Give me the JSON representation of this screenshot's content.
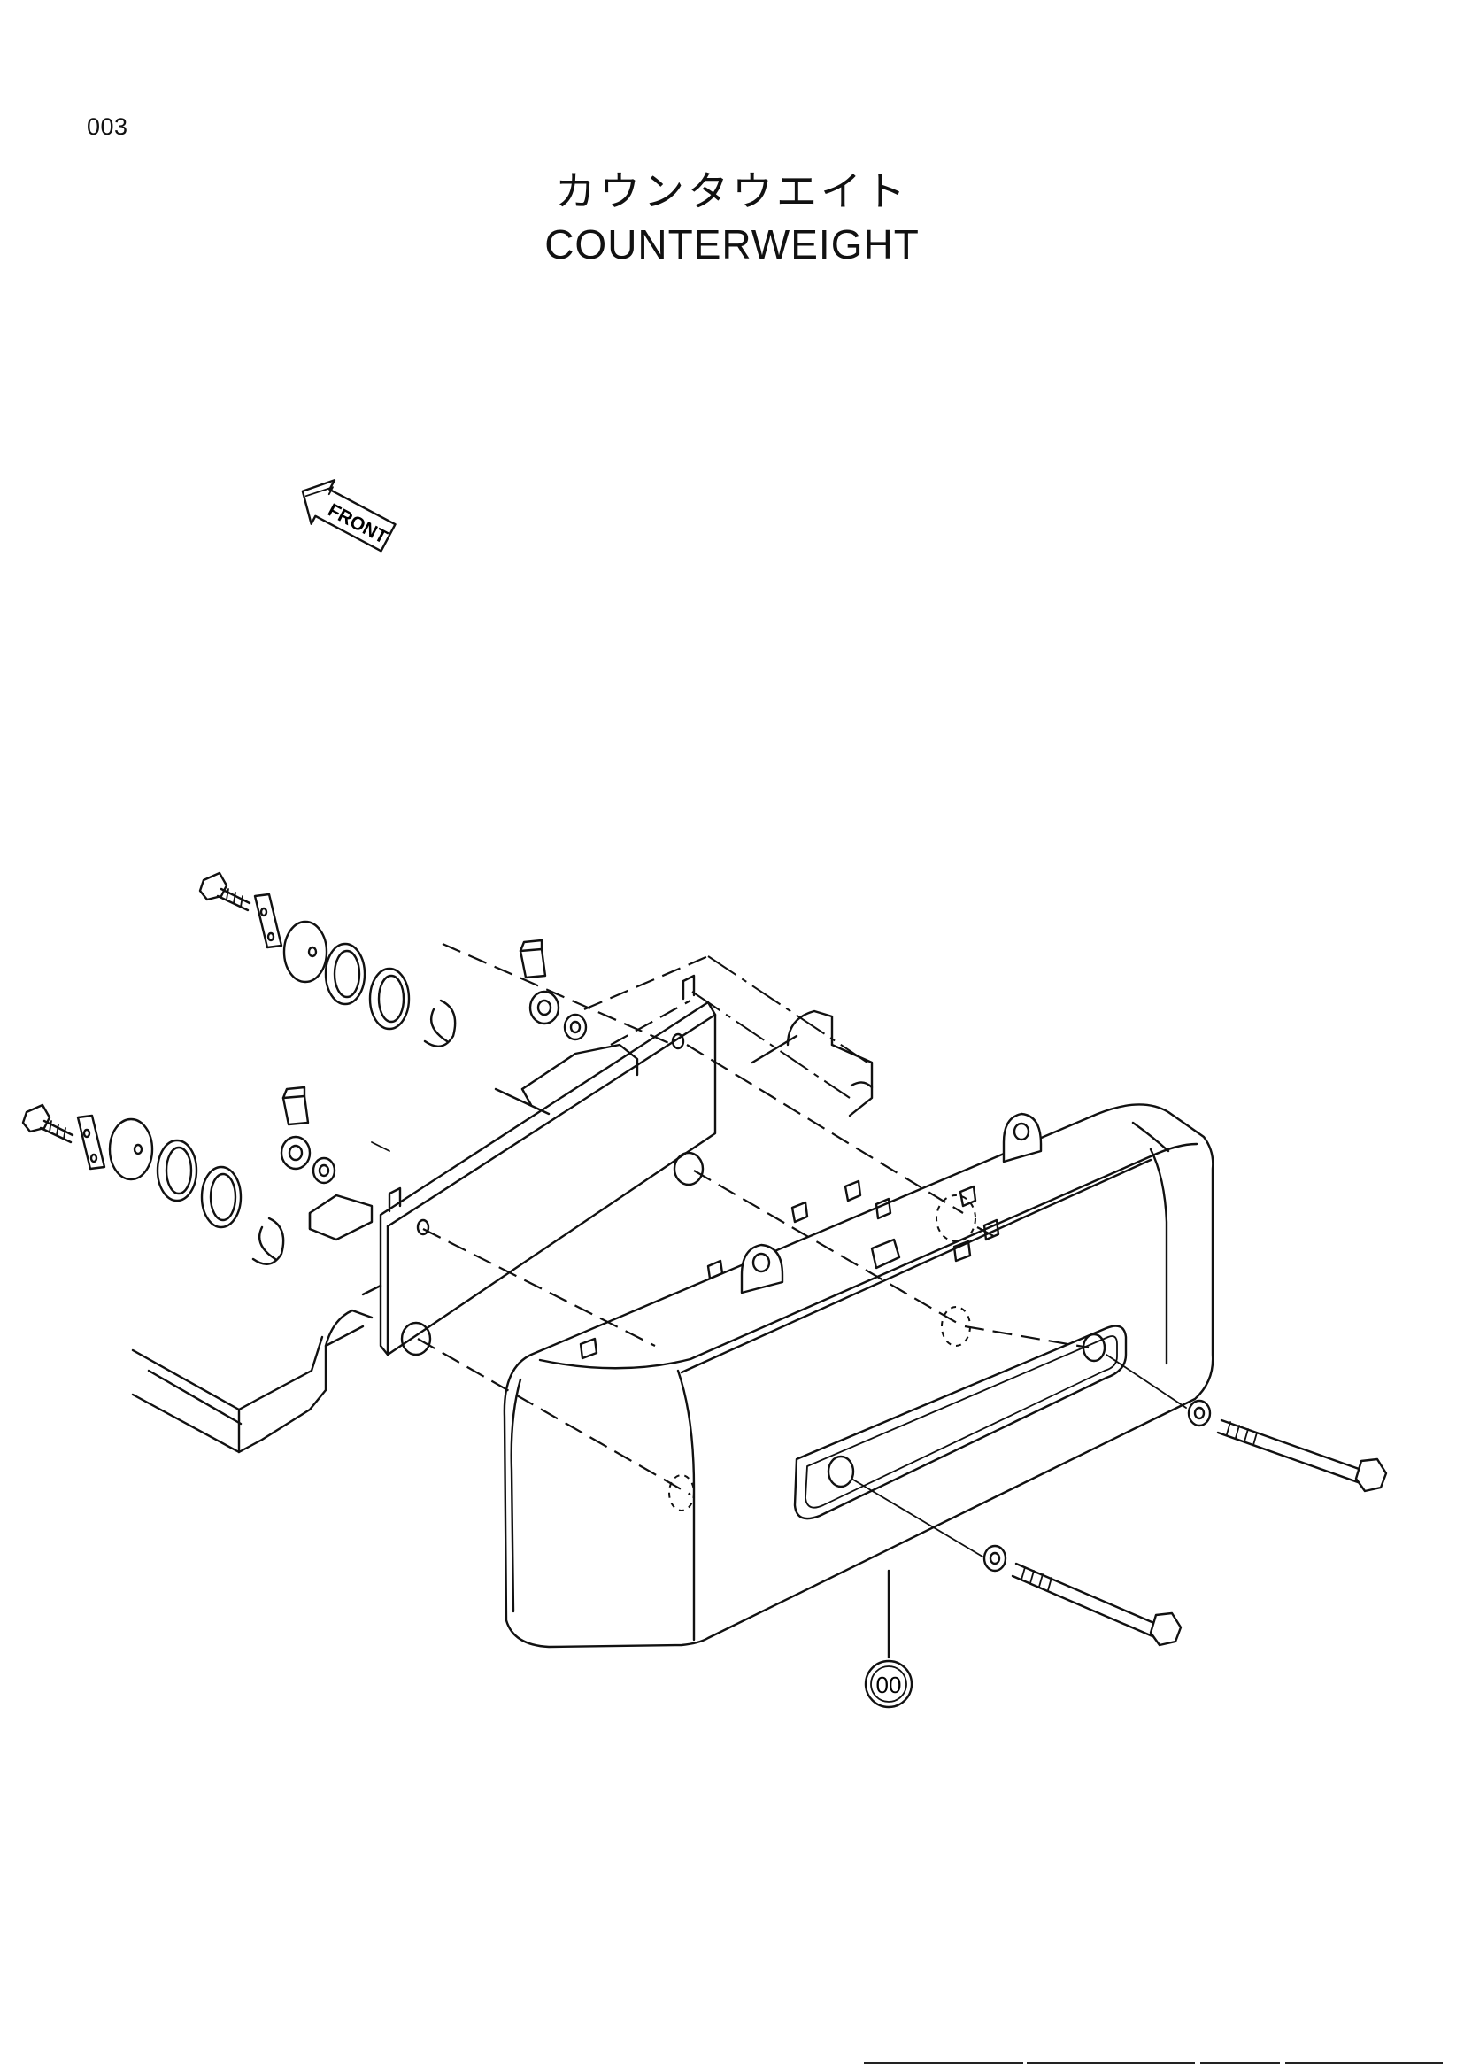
{
  "page": {
    "number": "003",
    "title_jp": "カウンタウエイト",
    "title_en": "COUNTERWEIGHT"
  },
  "drawing": {
    "front_marker": "FRONT",
    "callouts": [
      {
        "label": "00"
      }
    ]
  }
}
